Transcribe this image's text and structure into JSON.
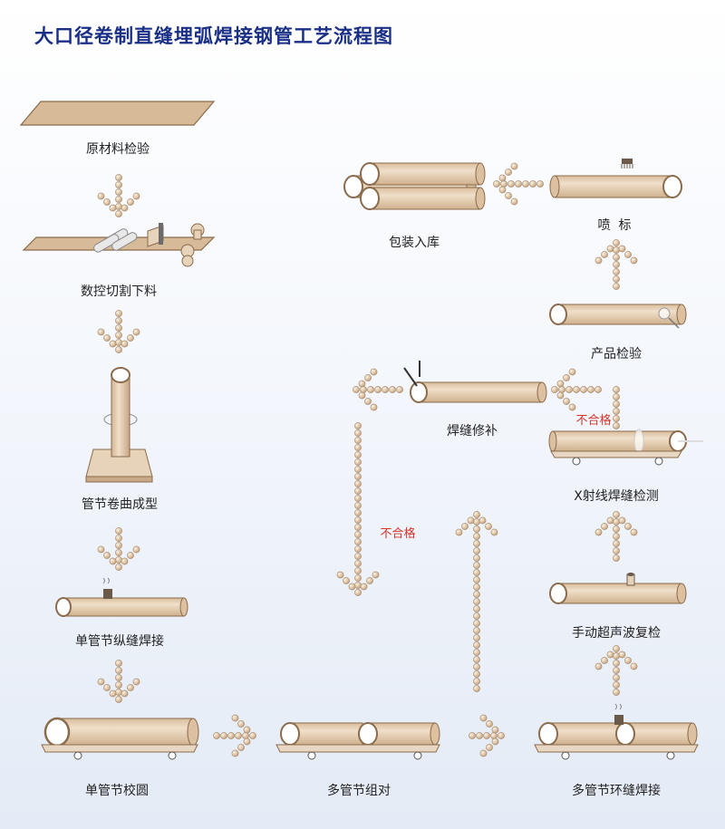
{
  "title": "大口径卷制直缝埋弧焊接钢管工艺流程图",
  "steps": {
    "s1": "原材料检验",
    "s2": "数控切割下料",
    "s3": "管节卷曲成型",
    "s4": "单管节纵缝焊接",
    "s5": "单管节校圆",
    "s6": "多管节组对",
    "s7": "多管节环缝焊接",
    "s8": "手动超声波复检",
    "s9": "X射线焊缝检测",
    "s10": "产品检验",
    "s11": "喷  标",
    "s12": "包装入库",
    "s13": "焊缝修补"
  },
  "reject": {
    "r1": "不合格",
    "r2": "不合格"
  },
  "colors": {
    "title": "#1a2f86",
    "pipe_fill": "#e6cfb3",
    "pipe_stroke": "#8a6b4c",
    "dot": "#d8bc9c",
    "reject_text": "#d6342a"
  }
}
